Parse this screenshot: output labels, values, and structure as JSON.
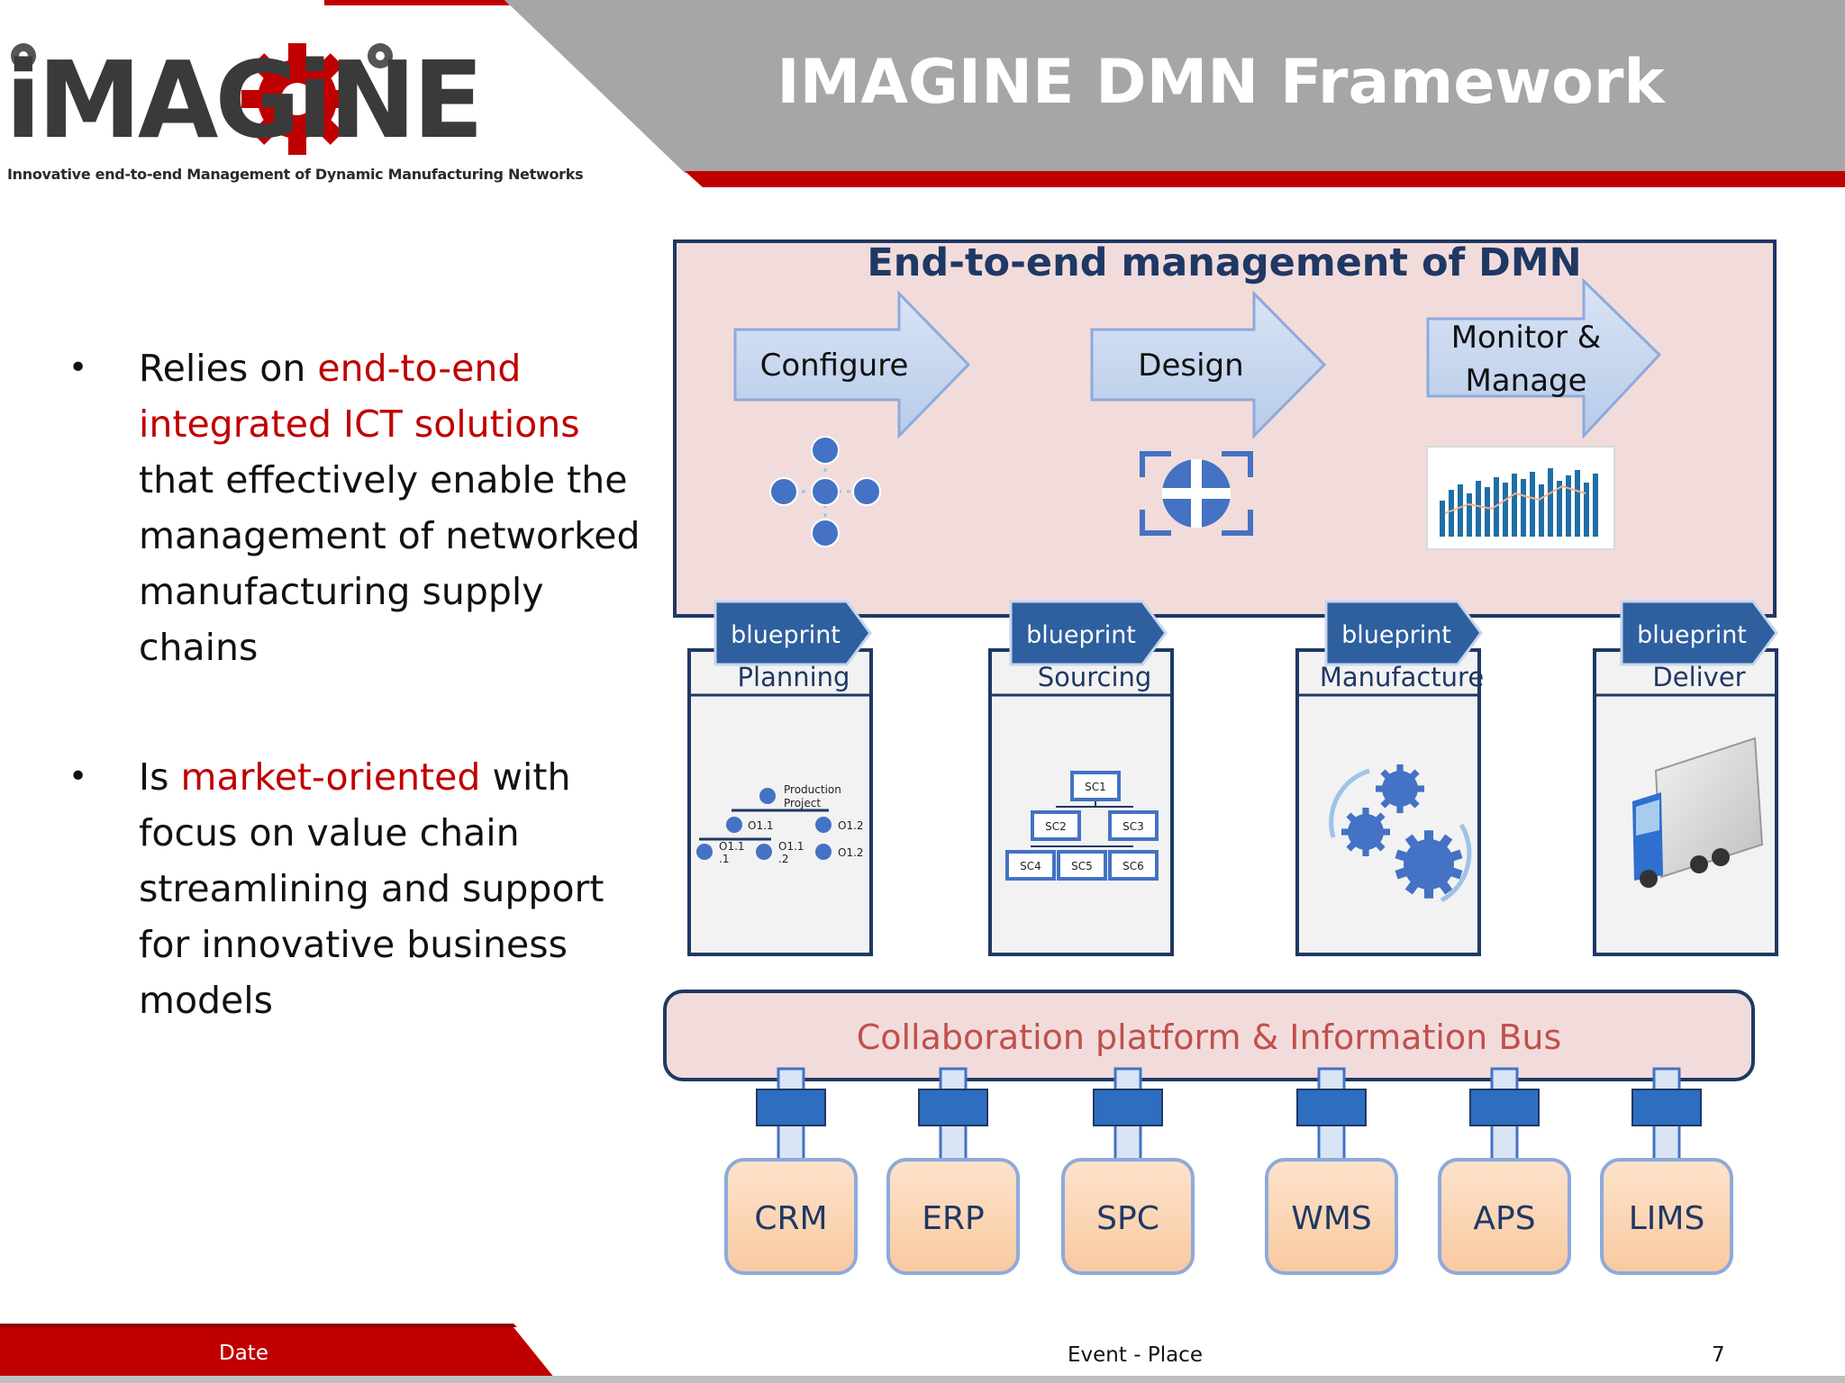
{
  "header": {
    "title": "IMAGINE DMN Framework",
    "logo_text": "iMAGiNE",
    "logo_subtitle": "Innovative end-to-end Management of Dynamic Manufacturing Networks"
  },
  "bullets": [
    {
      "parts": [
        {
          "t": "Relies on ",
          "red": false
        },
        {
          "t": "end-to-end integrated ICT solutions",
          "red": true
        },
        {
          "t": " that effectively enable the management of networked manufacturing supply chains",
          "red": false
        }
      ]
    },
    {
      "parts": [
        {
          "t": "Is ",
          "red": false
        },
        {
          "t": "market-oriented",
          "red": true
        },
        {
          "t": " with focus on value chain streamlining and support for innovative business models",
          "red": false
        }
      ]
    }
  ],
  "diagram": {
    "dmn_title": "End-to-end management of DMN",
    "phases": [
      {
        "line1": "Configure",
        "line2": ""
      },
      {
        "line1": "Design",
        "line2": ""
      },
      {
        "line1": "Monitor &",
        "line2": "Manage"
      }
    ],
    "blueprint_label": "blueprint",
    "blueprints": [
      "Planning",
      "Sourcing",
      "Manufacture",
      "Deliver"
    ],
    "planning_tree": {
      "root": "Production Project",
      "o11": "O1.1",
      "o12a": "O1.2",
      "o111": "O1.1 .1",
      "o112": "O1.1 .2",
      "o12b": "O1.2"
    },
    "sourcing_tree": [
      "SC1",
      "SC2",
      "SC3",
      "SC4",
      "SC5",
      "SC6"
    ],
    "bus_label": "Collaboration platform & Information Bus",
    "systems": [
      "CRM",
      "ERP",
      "SPC",
      "WMS",
      "APS",
      "LIMS"
    ]
  },
  "footer": {
    "date": "Date",
    "event": "Event - Place",
    "page": "7"
  },
  "colors": {
    "red": "#c00000",
    "navy": "#1f3864",
    "arrow_fill": "#c5d6ee",
    "pink_panel": "#f2dcdb",
    "blue_tag": "#2e5f9e",
    "system_fill": "#fbd5b5",
    "bus_text": "#c0504d"
  }
}
